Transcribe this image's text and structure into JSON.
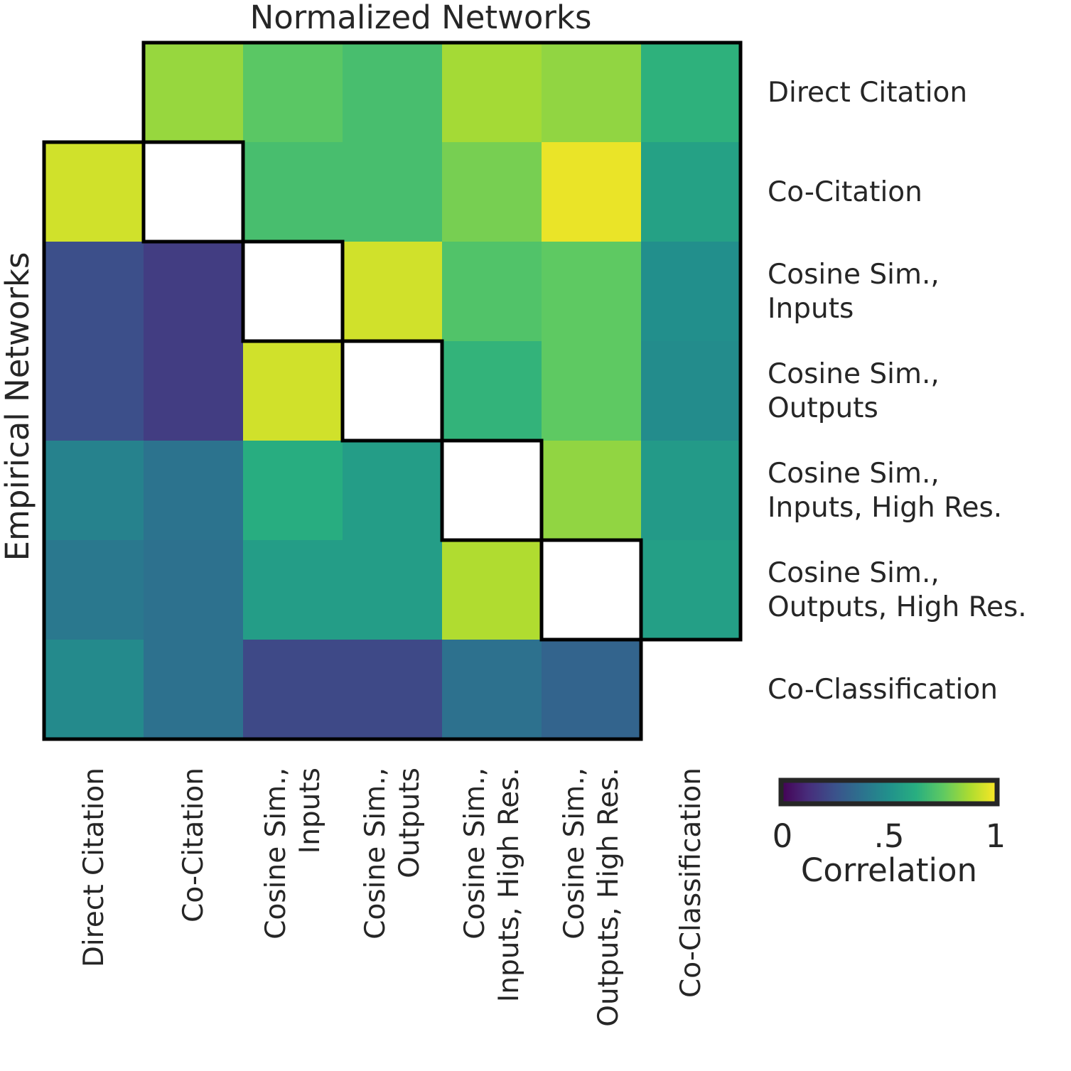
{
  "chart_data": {
    "type": "heatmap",
    "title": "Normalized Networks",
    "ylabel": "Empirical Networks",
    "categories": [
      [
        "Direct Citation"
      ],
      [
        "Co-Citation"
      ],
      [
        "Cosine Sim.,",
        "Inputs"
      ],
      [
        "Cosine Sim.,",
        "Outputs"
      ],
      [
        "Cosine Sim.,",
        "Inputs, High Res."
      ],
      [
        "Cosine Sim.,",
        "Outputs, High Res."
      ],
      [
        "Co-Classification"
      ]
    ],
    "upper_triangle": "Normalized Networks",
    "lower_triangle": "Empirical Networks",
    "matrix": [
      [
        null,
        0.84,
        0.74,
        0.7,
        0.86,
        0.83,
        0.64
      ],
      [
        0.93,
        null,
        0.7,
        0.7,
        0.79,
        0.97,
        0.57
      ],
      [
        0.24,
        0.18,
        null,
        0.93,
        0.72,
        0.75,
        0.49
      ],
      [
        0.24,
        0.18,
        0.93,
        null,
        0.65,
        0.75,
        0.48
      ],
      [
        0.44,
        0.38,
        0.62,
        0.55,
        null,
        0.83,
        0.54
      ],
      [
        0.4,
        0.37,
        0.55,
        0.55,
        0.88,
        null,
        0.56
      ],
      [
        0.47,
        0.37,
        0.22,
        0.22,
        0.37,
        0.32,
        null
      ]
    ],
    "colorbar": {
      "label": "Correlation",
      "colormap": "viridis",
      "ticks": [
        "0",
        ".5",
        "1"
      ],
      "range": [
        0,
        1
      ]
    }
  }
}
